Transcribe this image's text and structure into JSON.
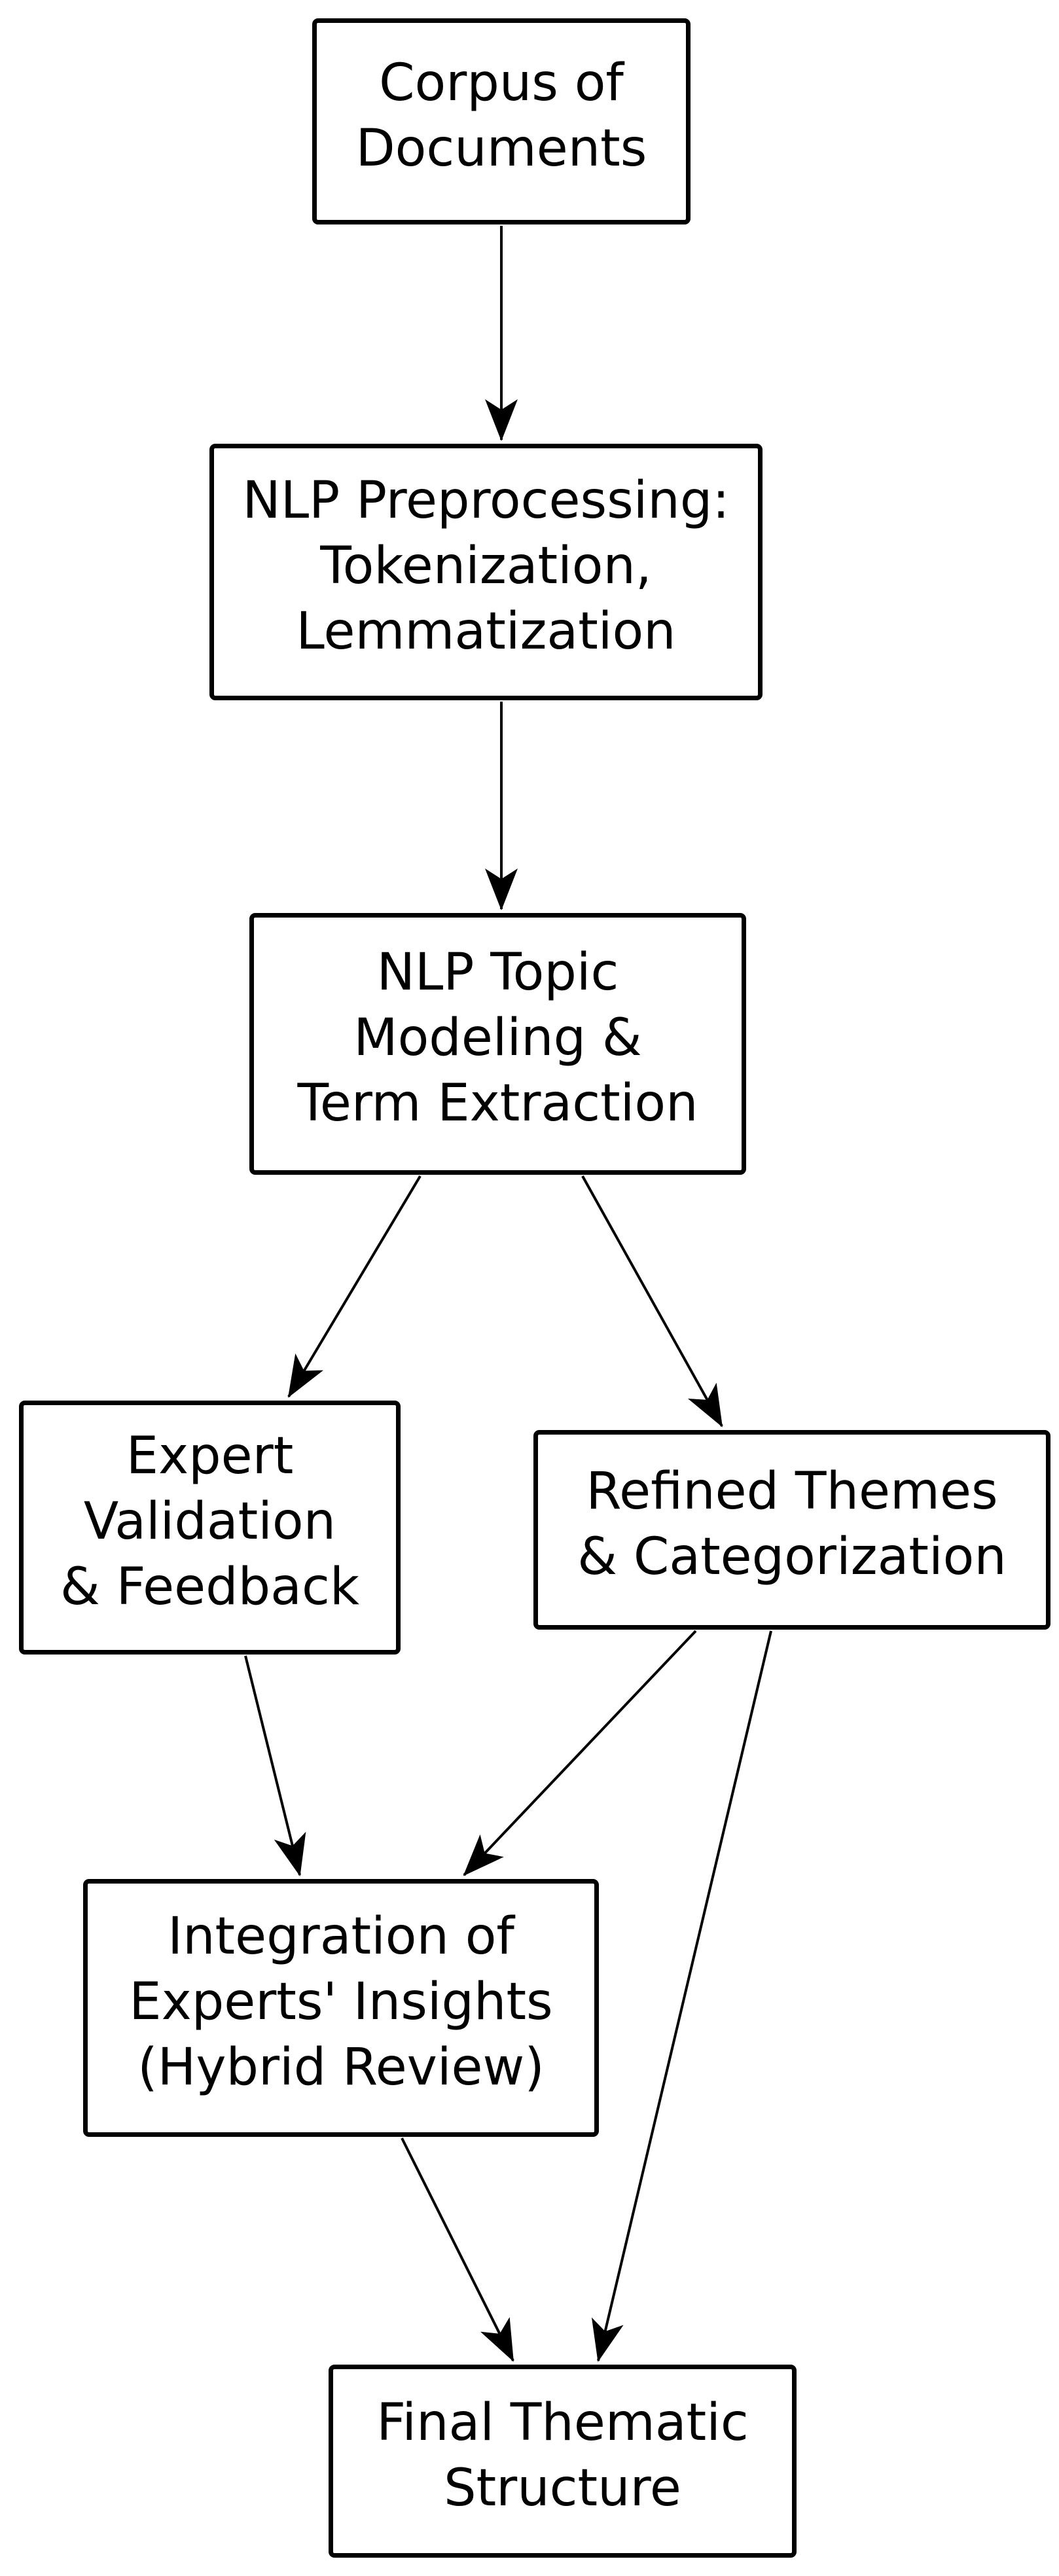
{
  "diagram": {
    "colors": {
      "background": "#ffffff",
      "node_fill": "#ffffff",
      "stroke": "#000000",
      "text": "#000000"
    },
    "nodes": [
      {
        "id": "corpus",
        "lines": [
          "Corpus of",
          "Documents"
        ]
      },
      {
        "id": "preprocessing",
        "lines": [
          "NLP Preprocessing:",
          "Tokenization,",
          "Lemmatization"
        ]
      },
      {
        "id": "topic-modeling",
        "lines": [
          "NLP Topic",
          "Modeling &",
          "Term Extraction"
        ]
      },
      {
        "id": "expert-validation",
        "lines": [
          "Expert",
          "Validation",
          "& Feedback"
        ]
      },
      {
        "id": "refined-themes",
        "lines": [
          "Refined Themes",
          "& Categorization"
        ]
      },
      {
        "id": "integration",
        "lines": [
          "Integration of",
          "Experts' Insights",
          "(Hybrid Review)"
        ]
      },
      {
        "id": "final-structure",
        "lines": [
          "Final Thematic",
          "Structure"
        ]
      }
    ],
    "edges": [
      {
        "from": "corpus",
        "to": "preprocessing"
      },
      {
        "from": "preprocessing",
        "to": "topic-modeling"
      },
      {
        "from": "topic-modeling",
        "to": "expert-validation"
      },
      {
        "from": "topic-modeling",
        "to": "refined-themes"
      },
      {
        "from": "expert-validation",
        "to": "integration"
      },
      {
        "from": "refined-themes",
        "to": "integration"
      },
      {
        "from": "integration",
        "to": "final-structure"
      },
      {
        "from": "refined-themes",
        "to": "final-structure"
      }
    ]
  }
}
